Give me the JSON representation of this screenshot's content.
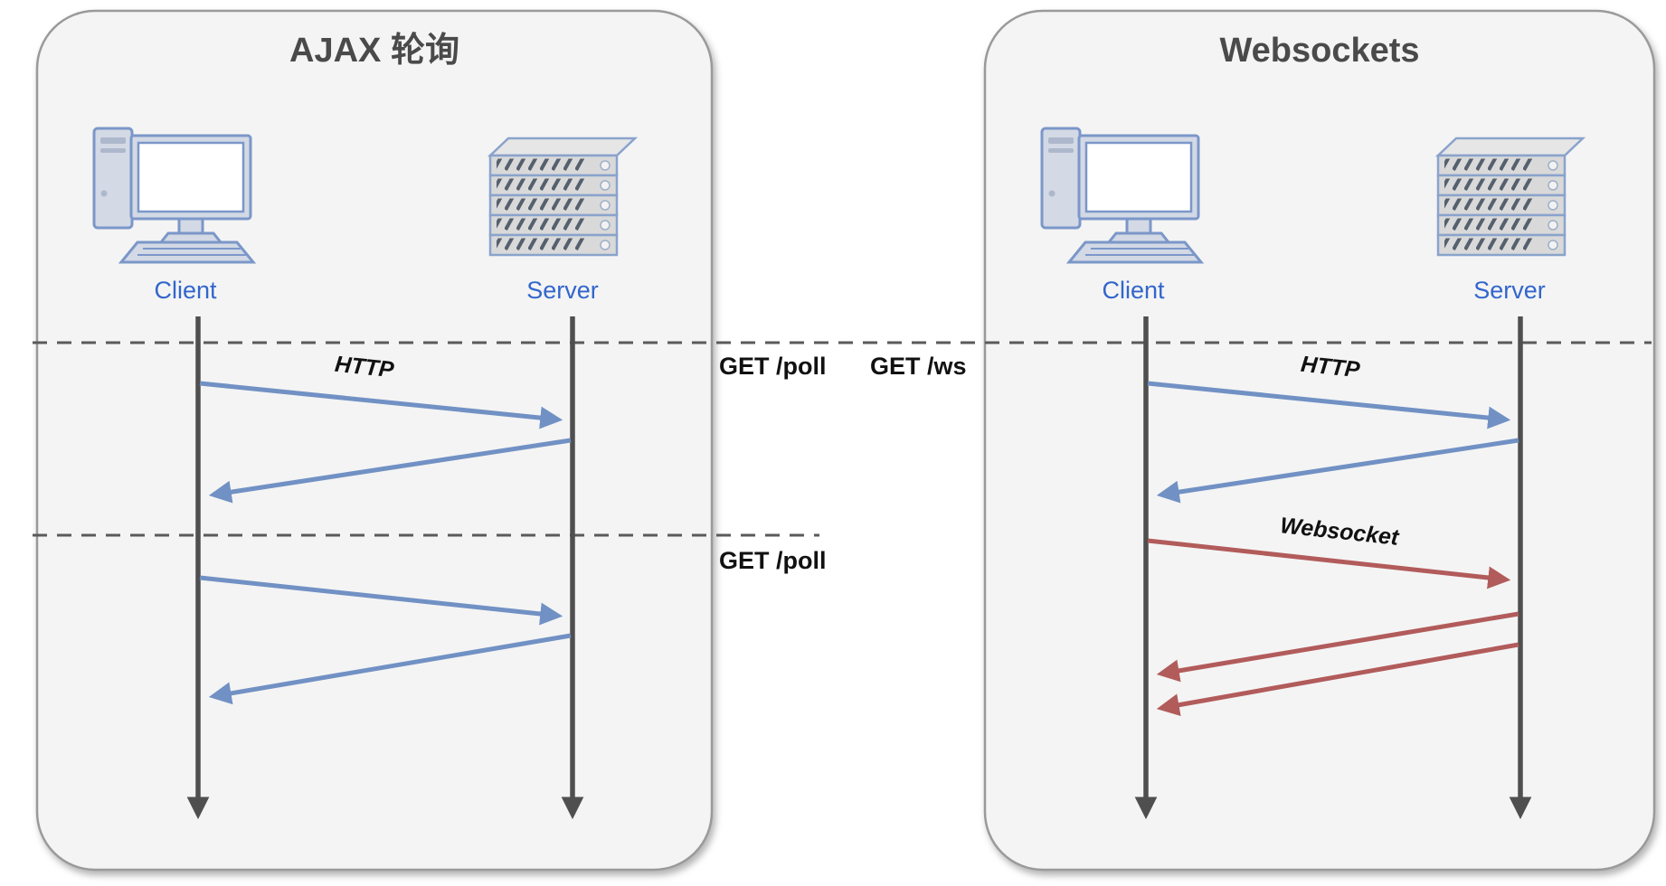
{
  "diagram": {
    "left_panel": {
      "title": "AJAX 轮询",
      "client_label": "Client",
      "server_label": "Server",
      "request_protocol_label": "HTTP"
    },
    "right_panel": {
      "title": "Websockets",
      "client_label": "Client",
      "server_label": "Server",
      "request_protocol_label": "HTTP",
      "socket_protocol_label": "Websocket"
    },
    "annotations": {
      "first_poll": "GET /poll",
      "ws_upgrade": "GET /ws",
      "second_poll": "GET /poll"
    }
  },
  "colors": {
    "panel_bg": "#f4f4f4",
    "panel_border": "#9a9a9a",
    "title_text": "#4a4a4a",
    "endpoint_label_blue": "#3266cc",
    "http_blue": "#7191c4",
    "ws_red": "#b25b5b",
    "lifeline_gray": "#4f4f4f",
    "annotation_text": "#111111"
  }
}
